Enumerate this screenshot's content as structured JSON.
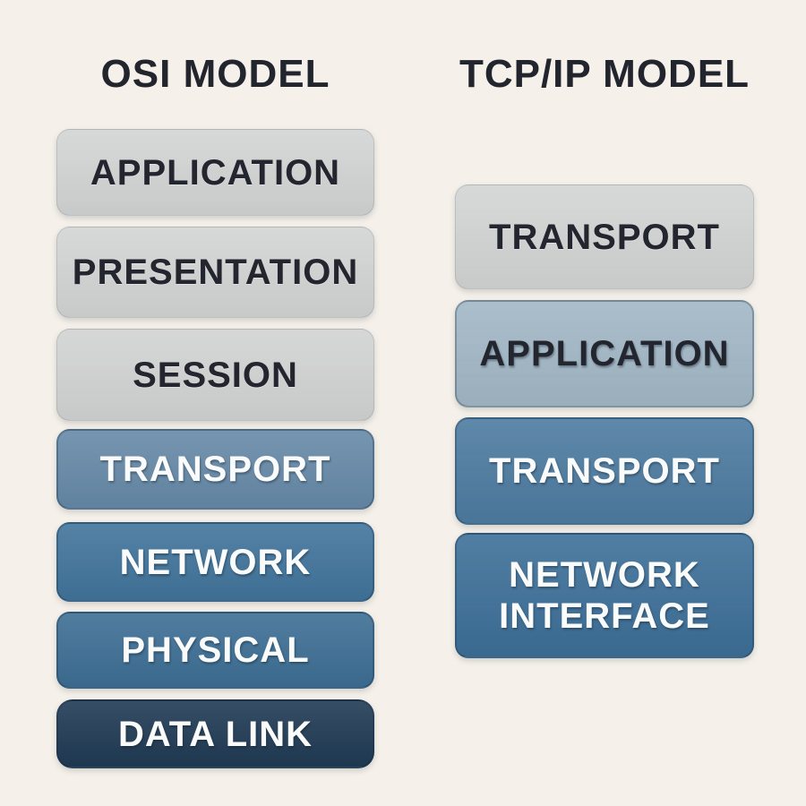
{
  "page": {
    "background": "#f5f1ea",
    "title_color": "#22252d"
  },
  "columns": [
    {
      "title": "OSI MODEL",
      "layers": [
        {
          "label": "APPLICATION",
          "bg": "#d3d4d4",
          "text_color": "#23262e"
        },
        {
          "label": "PRESENTATION",
          "bg": "#d3d4d4",
          "text_color": "#23262e"
        },
        {
          "label": "SESSION",
          "bg": "#d2d3d3",
          "text_color": "#23262e"
        },
        {
          "label": "TRANSPORT",
          "bg": "#6689a7",
          "text_color": "#fafbfb"
        },
        {
          "label": "NETWORK",
          "bg": "#41749b",
          "text_color": "#fafbfb"
        },
        {
          "label": "PHYSICAL",
          "bg": "#3d6e94",
          "text_color": "#fafbfb"
        },
        {
          "label": "DATA LINK",
          "bg": "#1f3a54",
          "text_color": "#fafbfb"
        }
      ]
    },
    {
      "title": "TCP/IP MODEL",
      "layers": [
        {
          "label": "TRANSPORT",
          "bg": "#d3d4d4",
          "text_color": "#23262e"
        },
        {
          "label": "APPLICATION",
          "bg": "#a2b7c6",
          "text_color": "#23262e"
        },
        {
          "label": "TRANSPORT",
          "bg": "#4d7ba0",
          "text_color": "#fafbfb"
        },
        {
          "label": "NETWORK INTERFACE",
          "bg": "#3d6f98",
          "text_color": "#fafbfb"
        }
      ]
    }
  ]
}
